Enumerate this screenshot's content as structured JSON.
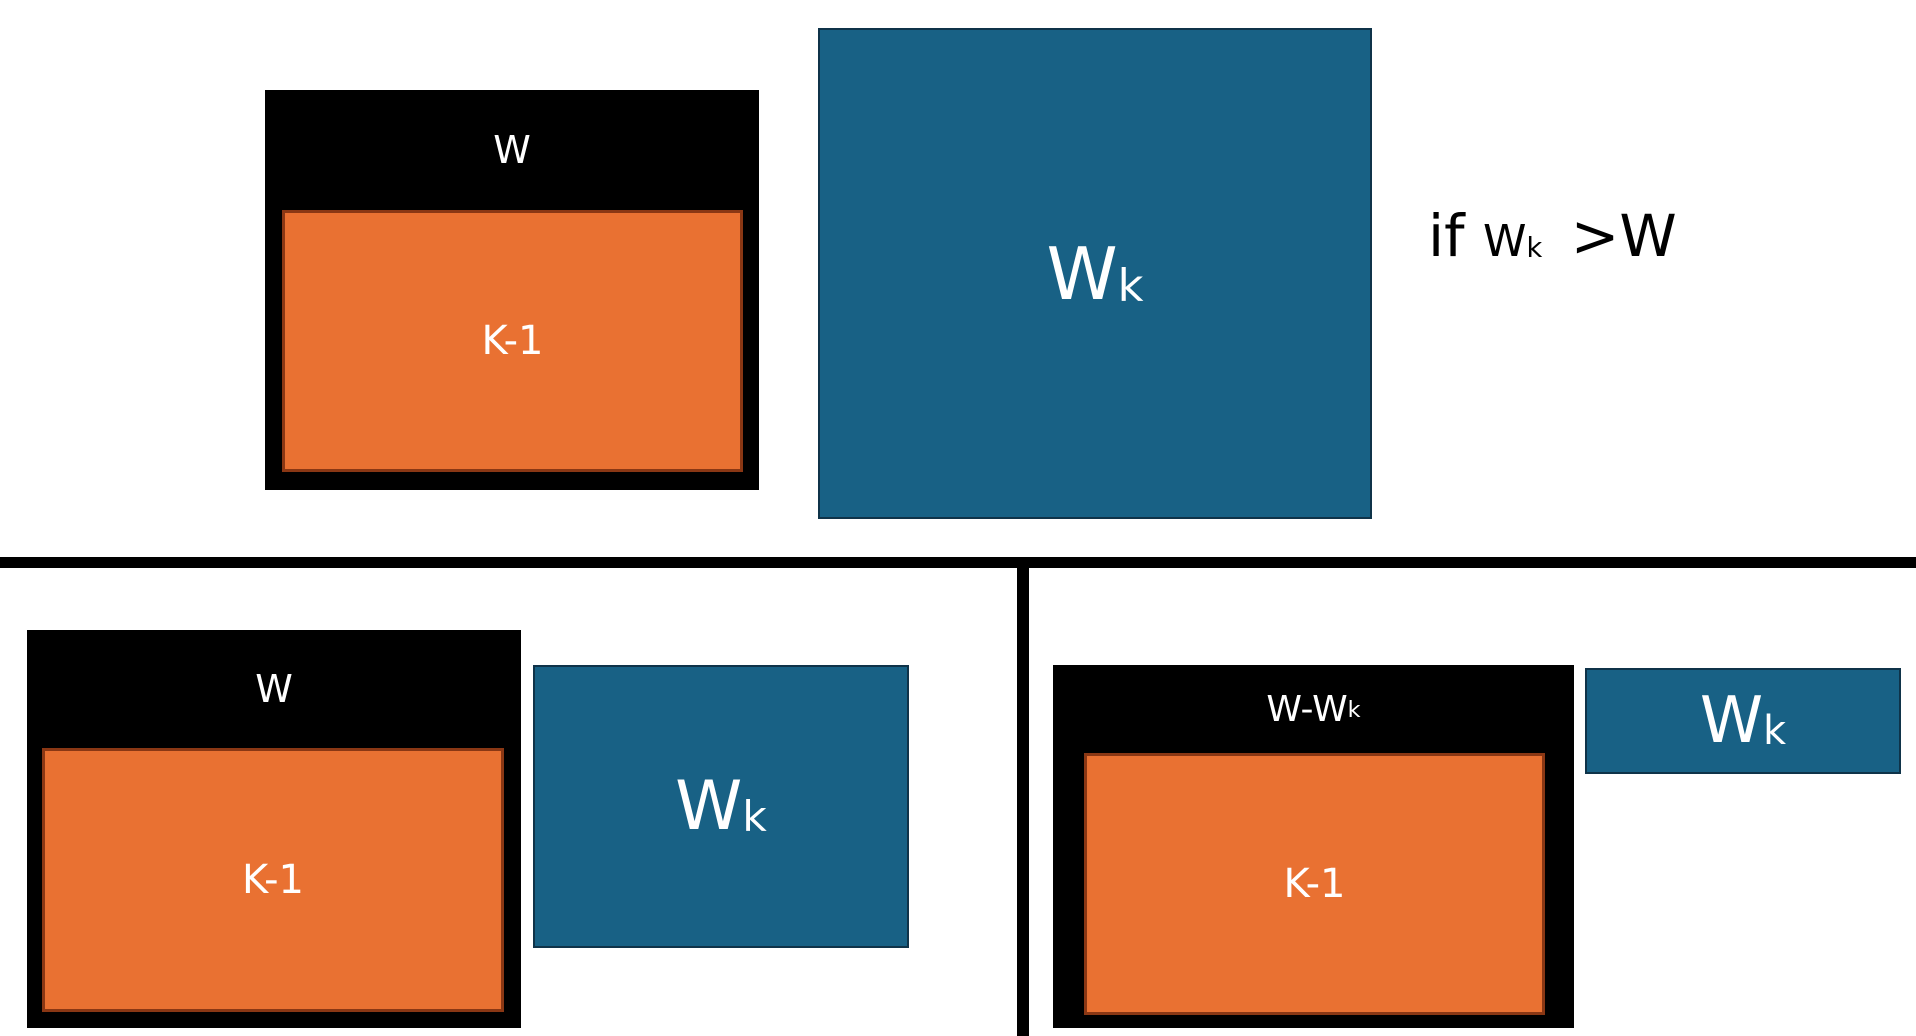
{
  "colors": {
    "knapsack": "#000000",
    "item_fill": "#e97132",
    "item_border": "#8a3714",
    "wk_fill": "#186185",
    "wk_border": "#0f3349",
    "text_light": "#ffffff",
    "divider": "#000000"
  },
  "top": {
    "knapsack_label": "W",
    "item_label": "K-1",
    "wk_main": "W",
    "wk_sub": "k",
    "condition": {
      "prefix": "if",
      "var_main": "W",
      "var_sub": "k",
      "operator": ">W"
    }
  },
  "bottom_left": {
    "knapsack_label": "W",
    "item_label": "K-1",
    "wk_main": "W",
    "wk_sub": "k"
  },
  "bottom_right": {
    "knapsack_label_main": "W-W",
    "knapsack_label_sub": "k",
    "item_label": "K-1",
    "wk_main": "W",
    "wk_sub": "k"
  }
}
